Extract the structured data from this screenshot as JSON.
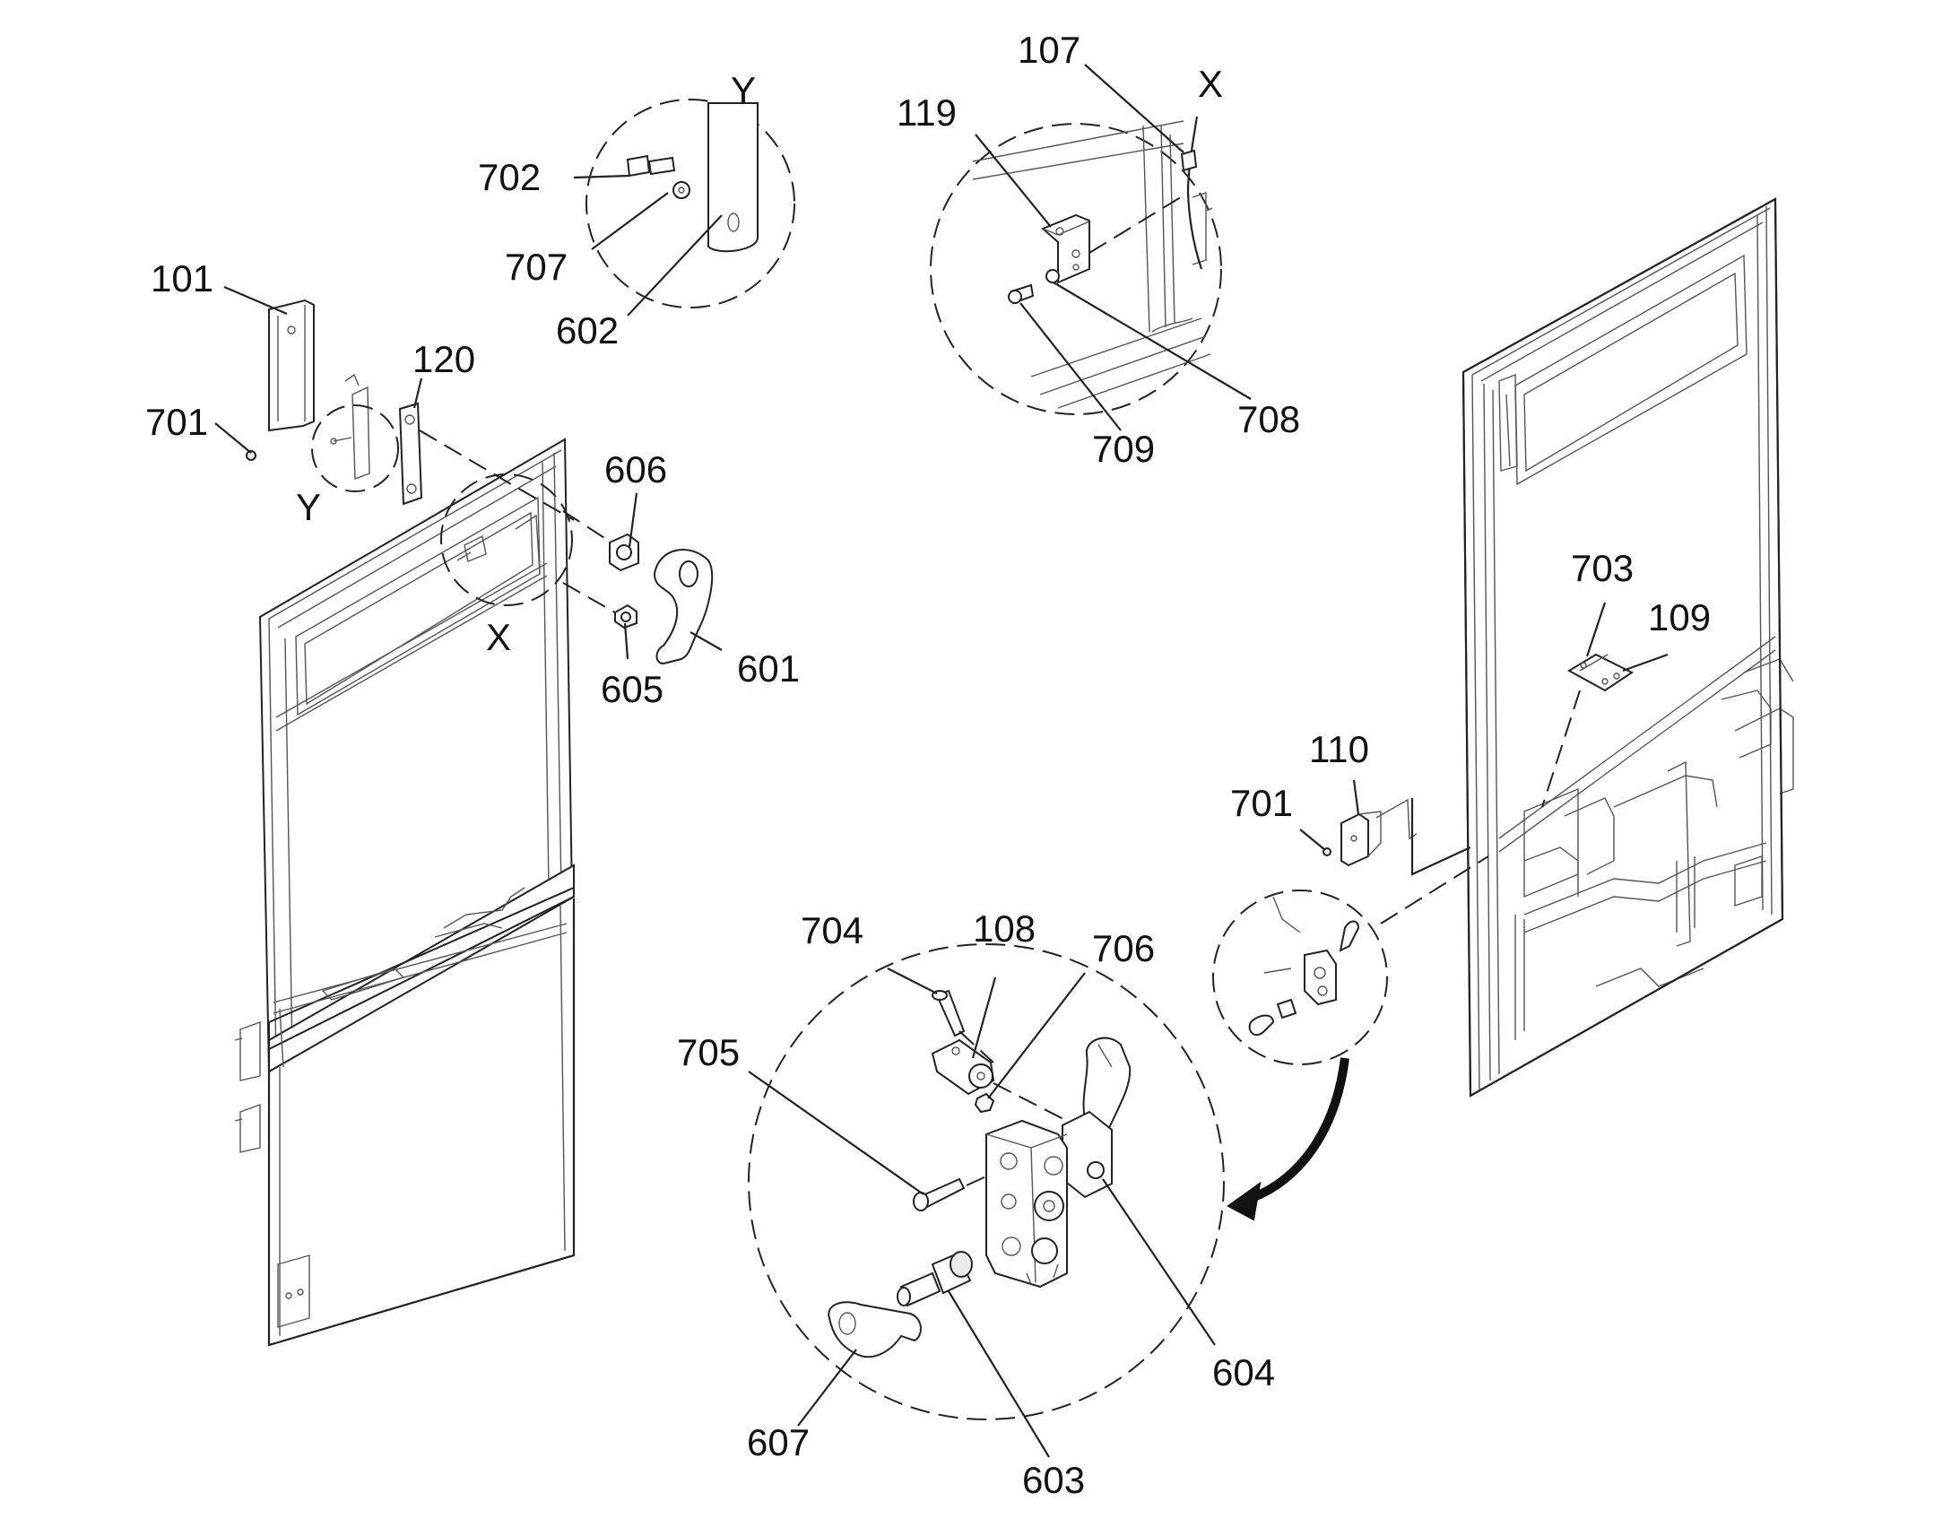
{
  "labels": {
    "l101": "101",
    "l701a": "701",
    "l120": "120",
    "lYa": "Y",
    "l702": "702",
    "l707": "707",
    "l602": "602",
    "lYb": "Y",
    "l606": "606",
    "l601": "601",
    "l605": "605",
    "lXa": "X",
    "l107": "107",
    "lXb": "X",
    "l119": "119",
    "l708": "708",
    "l709": "709",
    "l703": "703",
    "l109": "109",
    "l110": "110",
    "l701b": "701",
    "l704": "704",
    "l108": "108",
    "l706": "706",
    "l705": "705",
    "l604": "604",
    "l607": "607",
    "l603": "603"
  }
}
